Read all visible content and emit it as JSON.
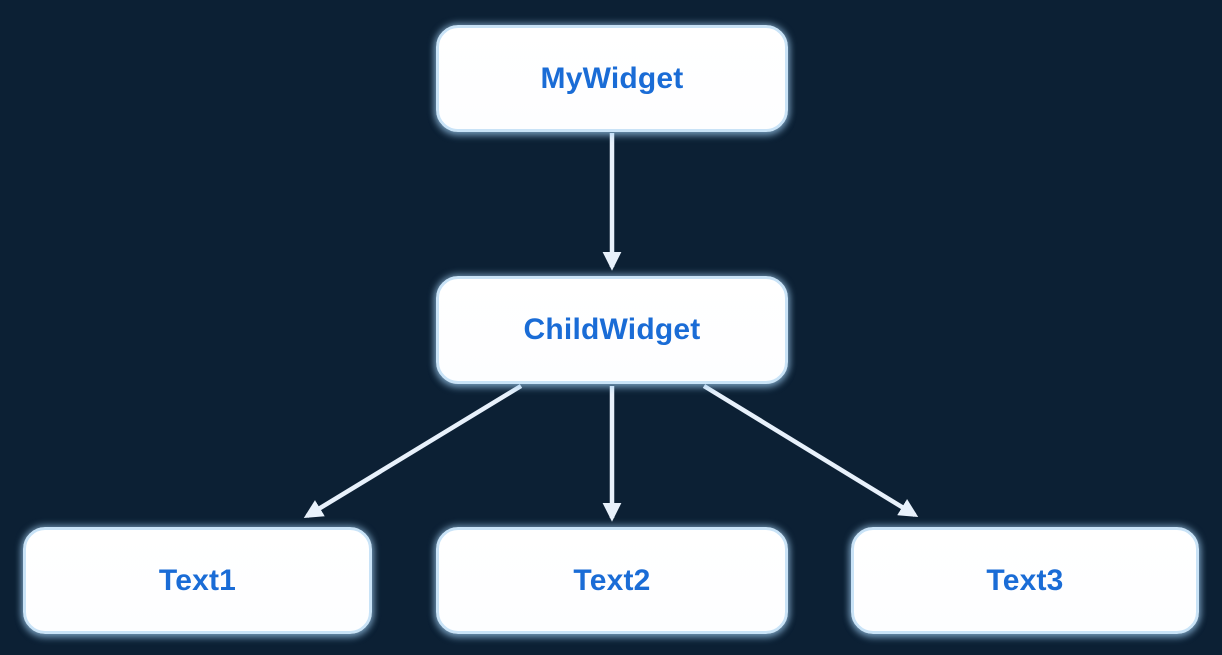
{
  "diagram": {
    "title_implicit": "widget tree",
    "nodes": [
      {
        "id": "mywidget",
        "label": "MyWidget"
      },
      {
        "id": "childwidget",
        "label": "ChildWidget"
      },
      {
        "id": "text1",
        "label": "Text1"
      },
      {
        "id": "text2",
        "label": "Text2"
      },
      {
        "id": "text3",
        "label": "Text3"
      }
    ],
    "edges": [
      {
        "from": "mywidget",
        "to": "childwidget"
      },
      {
        "from": "childwidget",
        "to": "text1"
      },
      {
        "from": "childwidget",
        "to": "text2"
      },
      {
        "from": "childwidget",
        "to": "text3"
      }
    ],
    "colors": {
      "bg": "#0c2034",
      "box-fill": "#ffffff",
      "box-border": "#c9e3f7",
      "label": "#1a6cd6",
      "arrow": "#e8f1fb"
    }
  }
}
